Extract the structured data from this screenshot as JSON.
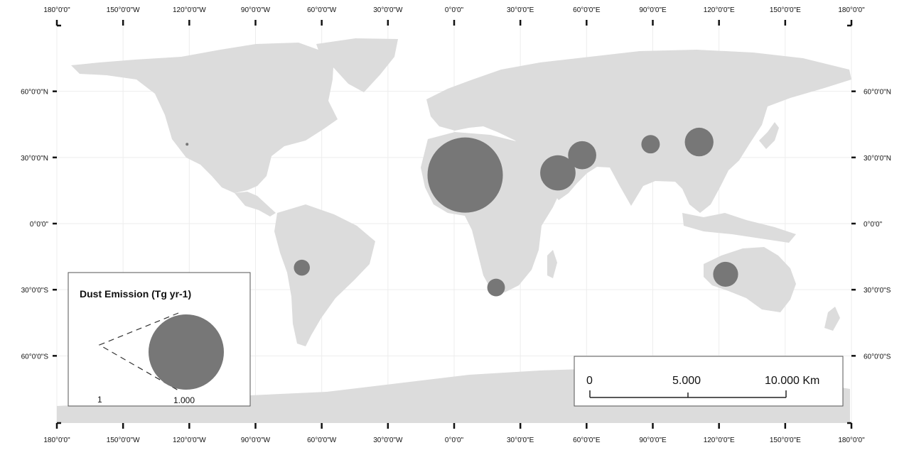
{
  "map": {
    "lon_labels_top": [
      "180°0'0\"",
      "150°0'0\"W",
      "120°0'0\"W",
      "90°0'0\"W",
      "60°0'0\"W",
      "30°0'0\"W",
      "0°0'0\"",
      "30°0'0\"E",
      "60°0'0\"E",
      "90°0'0\"E",
      "120°0'0\"E",
      "150°0'0\"E",
      "180°0'0\""
    ],
    "lon_labels_bottom": [
      "180°0'0\"",
      "150°0'0\"W",
      "120°0'0\"W",
      "90°0'0\"W",
      "60°0'0\"W",
      "30°0'0\"W",
      "0°0'0\"",
      "30°0'0\"E",
      "60°0'0\"E",
      "90°0'0\"E",
      "120°0'0\"E",
      "150°0'0\"E",
      "180°0'0\""
    ],
    "lat_labels": [
      "60°0'0\"N",
      "30°0'0\"N",
      "0°0'0\"",
      "30°0'0\"S",
      "60°0'0\"S"
    ],
    "colors": {
      "land": "#dcdcdc",
      "circle": "#777777",
      "grid": "#ededed",
      "frame": "#111111"
    },
    "dust_sources": [
      {
        "lon": 5,
        "lat": 22,
        "emission": 1000
      },
      {
        "lon": 47,
        "lat": 23,
        "emission": 220
      },
      {
        "lon": 58,
        "lat": 31,
        "emission": 140
      },
      {
        "lon": 89,
        "lat": 36,
        "emission": 60
      },
      {
        "lon": 111,
        "lat": 37,
        "emission": 145
      },
      {
        "lon": 123,
        "lat": -23,
        "emission": 110
      },
      {
        "lon": 19,
        "lat": -29,
        "emission": 55
      },
      {
        "lon": -69,
        "lat": -20,
        "emission": 45
      },
      {
        "lon": -121,
        "lat": 36,
        "emission": 1
      }
    ]
  },
  "legend": {
    "title": "Dust Emission (Tg yr-1)",
    "min_label": "1",
    "max_label": "1.000"
  },
  "scalebar": {
    "labels": [
      "0",
      "5.000",
      "10.000 Km"
    ]
  }
}
